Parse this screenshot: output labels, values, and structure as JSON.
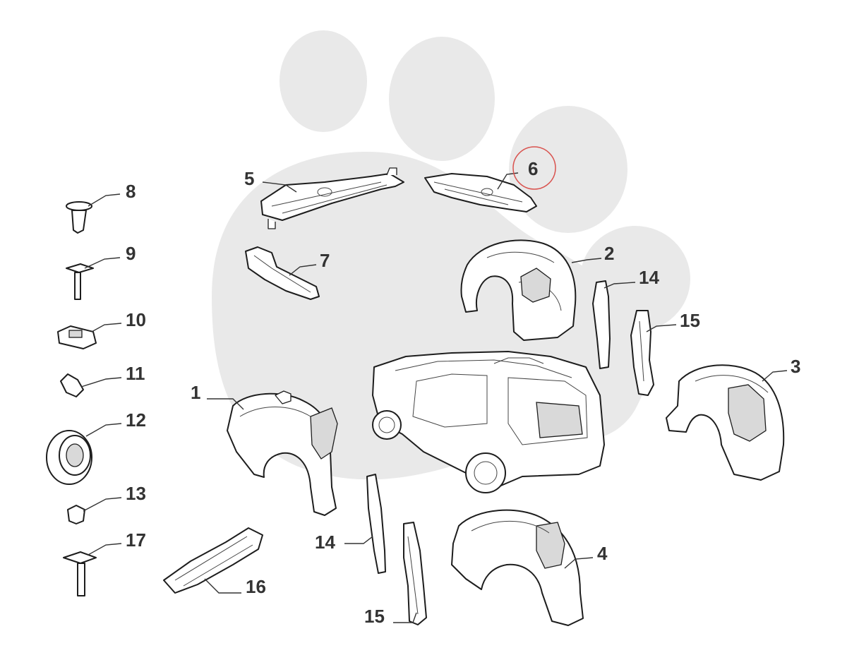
{
  "highlight_color": "#d9534f",
  "watermark_color": "#e9e9e9",
  "callouts": {
    "c1": "1",
    "c2": "2",
    "c3": "3",
    "c4": "4",
    "c5": "5",
    "c6": "6",
    "c7": "7",
    "c8": "8",
    "c9": "9",
    "c10": "10",
    "c11": "11",
    "c12": "12",
    "c13": "13",
    "c14a": "14",
    "c14b": "14",
    "c15a": "15",
    "c15b": "15",
    "c16": "16",
    "c17": "17"
  },
  "highlighted_callout": "6"
}
